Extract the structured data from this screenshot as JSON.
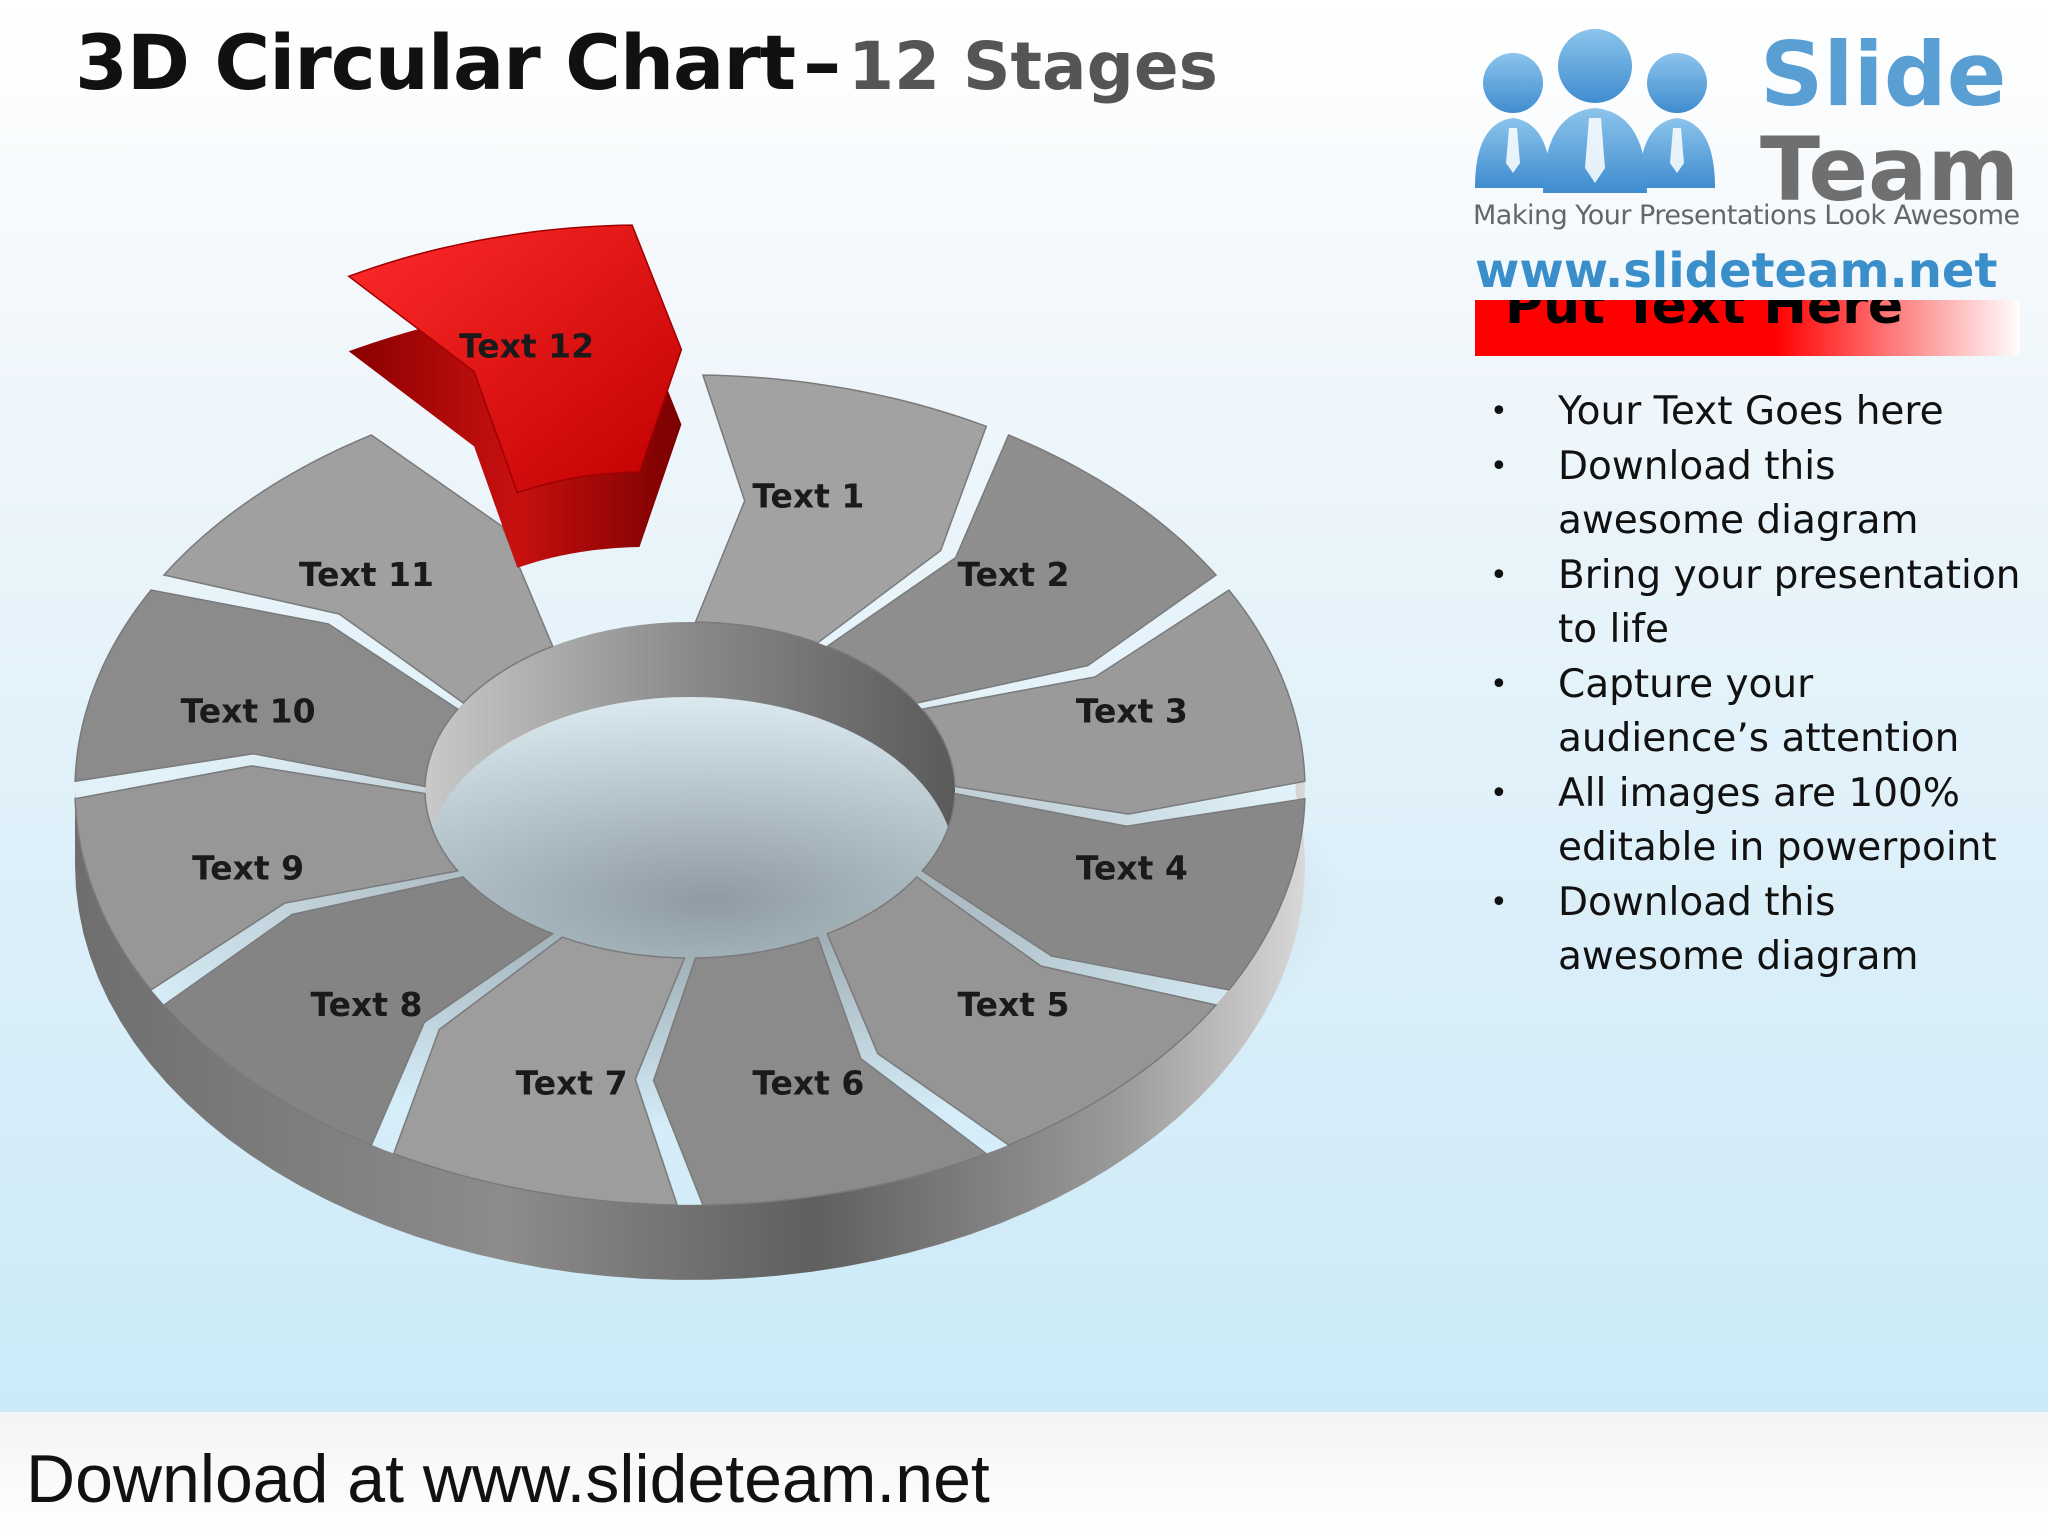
{
  "title": {
    "main": "3D Circular Chart",
    "dash": "–",
    "sub": "12 Stages"
  },
  "logo": {
    "brand_top": "Slide",
    "brand_bottom": "Team",
    "tagline": "Making Your Presentations Look Awesome",
    "url": "www.slideteam.net"
  },
  "header": {
    "text": "Put Text Here",
    "color": "#ff0000"
  },
  "bullets": [
    "Your Text Goes here",
    "Download this awesome diagram",
    "Bring your presentation to life",
    "Capture your audience’s attention",
    "All images are 100% editable in powerpoint",
    "Download this awesome diagram"
  ],
  "diagram": {
    "type": "circular-process",
    "highlight_color": "#e01818",
    "segment_color": "#9a9a9a",
    "highlighted_stage": 12,
    "stages": [
      "Text 1",
      "Text 2",
      "Text 3",
      "Text 4",
      "Text 5",
      "Text 6",
      "Text 7",
      "Text 8",
      "Text 9",
      "Text 10",
      "Text 11",
      "Text 12"
    ]
  },
  "footer": {
    "text": "Download at www.slideteam.net"
  }
}
